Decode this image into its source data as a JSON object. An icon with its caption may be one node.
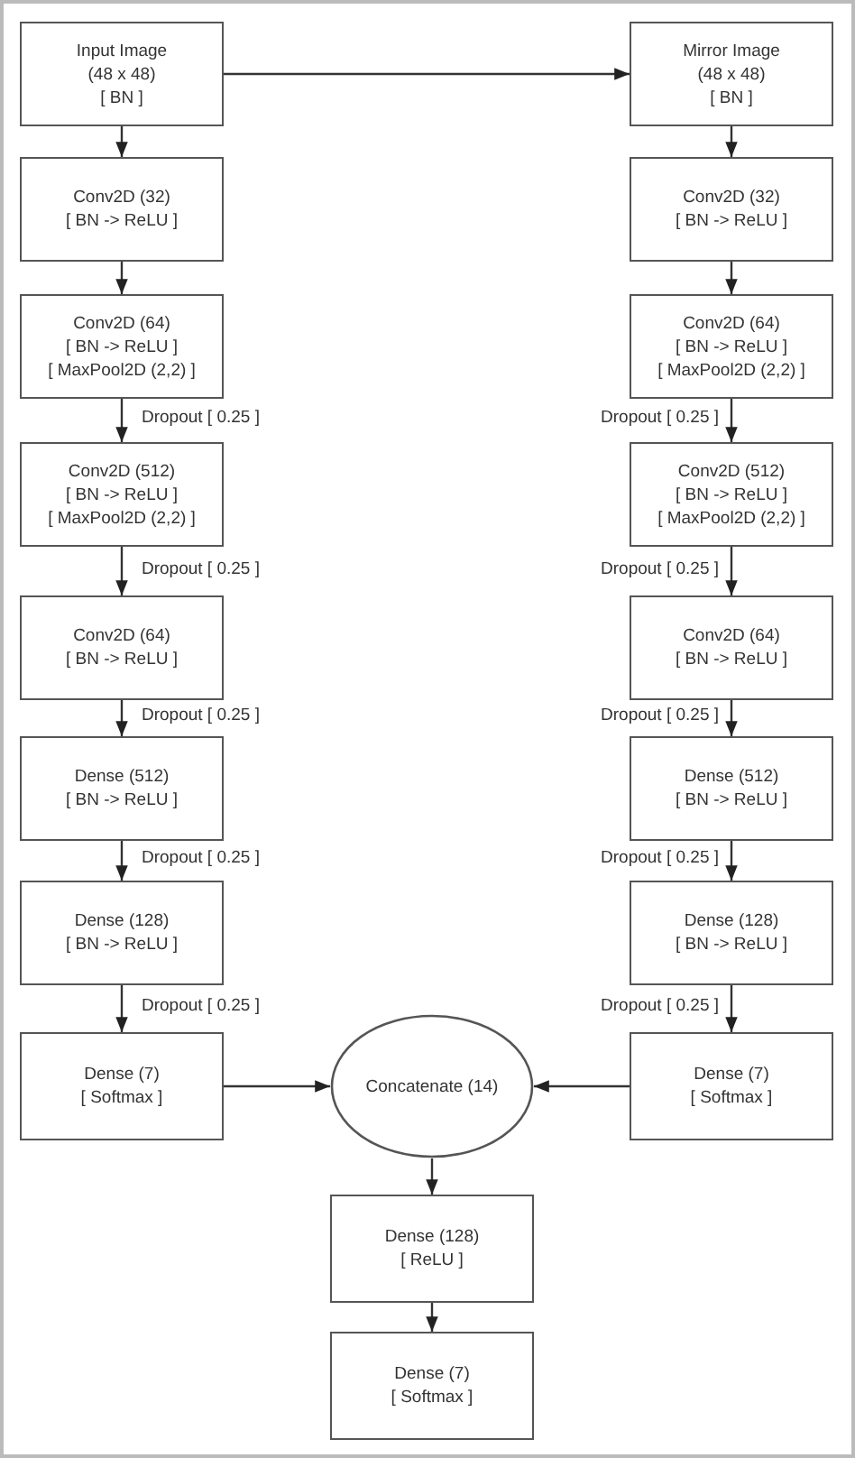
{
  "diagram": {
    "nodes": [
      {
        "text": [
          "Input Image",
          "(48 x 48)",
          "[ BN ]"
        ]
      },
      {
        "text": [
          "Mirror Image",
          "(48 x 48)",
          "[ BN ]"
        ]
      },
      {
        "text": [
          "Conv2D (32)",
          "[ BN -> ReLU ]"
        ]
      },
      {
        "text": [
          "Conv2D (32)",
          "[ BN -> ReLU ]"
        ]
      },
      {
        "text": [
          "Conv2D (64)",
          "[ BN -> ReLU ]",
          "[ MaxPool2D (2,2) ]"
        ]
      },
      {
        "text": [
          "Conv2D (64)",
          "[ BN -> ReLU ]",
          "[ MaxPool2D (2,2) ]"
        ]
      },
      {
        "text": [
          "Conv2D (512)",
          "[ BN -> ReLU ]",
          "[ MaxPool2D (2,2) ]"
        ]
      },
      {
        "text": [
          "Conv2D (512)",
          "[ BN -> ReLU ]",
          "[ MaxPool2D (2,2) ]"
        ]
      },
      {
        "text": [
          "Conv2D (64)",
          "[ BN -> ReLU ]"
        ]
      },
      {
        "text": [
          "Conv2D (64)",
          "[ BN -> ReLU ]"
        ]
      },
      {
        "text": [
          "Dense (512)",
          "[ BN -> ReLU ]"
        ]
      },
      {
        "text": [
          "Dense (512)",
          "[ BN -> ReLU ]"
        ]
      },
      {
        "text": [
          "Dense (128)",
          "[ BN -> ReLU ]"
        ]
      },
      {
        "text": [
          "Dense (128)",
          "[ BN -> ReLU ]"
        ]
      },
      {
        "text": [
          "Dense (7)",
          "[ Softmax ]"
        ]
      },
      {
        "text": [
          "Concatenate (14)"
        ]
      },
      {
        "text": [
          "Dense (7)",
          "[ Softmax ]"
        ]
      },
      {
        "text": [
          "Dense (128)",
          "[ ReLU ]"
        ]
      },
      {
        "text": [
          "Dense (7)",
          "[ Softmax ]"
        ]
      }
    ],
    "edges": [
      {
        "from": 0,
        "to": 1,
        "arrow": "to"
      },
      {
        "from": 0,
        "to": 2,
        "arrow": "to"
      },
      {
        "from": 1,
        "to": 3,
        "arrow": "to"
      },
      {
        "from": 2,
        "to": 4,
        "arrow": "to"
      },
      {
        "from": 3,
        "to": 5,
        "arrow": "to"
      },
      {
        "from": 4,
        "to": 6,
        "arrow": "to",
        "label": "Dropout [ 0.25 ]"
      },
      {
        "from": 5,
        "to": 7,
        "arrow": "to",
        "label": "Dropout [ 0.25 ]"
      },
      {
        "from": 6,
        "to": 8,
        "arrow": "to",
        "label": "Dropout [ 0.25 ]"
      },
      {
        "from": 7,
        "to": 9,
        "arrow": "to",
        "label": "Dropout [ 0.25 ]"
      },
      {
        "from": 8,
        "to": 10,
        "arrow": "to",
        "label": "Dropout [ 0.25 ]"
      },
      {
        "from": 9,
        "to": 11,
        "arrow": "to",
        "label": "Dropout [ 0.25 ]"
      },
      {
        "from": 10,
        "to": 12,
        "arrow": "to",
        "label": "Dropout [ 0.25 ]"
      },
      {
        "from": 11,
        "to": 13,
        "arrow": "to",
        "label": "Dropout [ 0.25 ]"
      },
      {
        "from": 12,
        "to": 14,
        "arrow": "to",
        "label": "Dropout [ 0.25 ]"
      },
      {
        "from": 13,
        "to": 16,
        "arrow": "to",
        "label": "Dropout [ 0.25 ]"
      },
      {
        "from": 14,
        "to": 15,
        "arrow": "to"
      },
      {
        "from": 16,
        "to": 15,
        "arrow": "to"
      },
      {
        "from": 15,
        "to": 17,
        "arrow": "to"
      },
      {
        "from": 17,
        "to": 18,
        "arrow": "to"
      }
    ]
  }
}
